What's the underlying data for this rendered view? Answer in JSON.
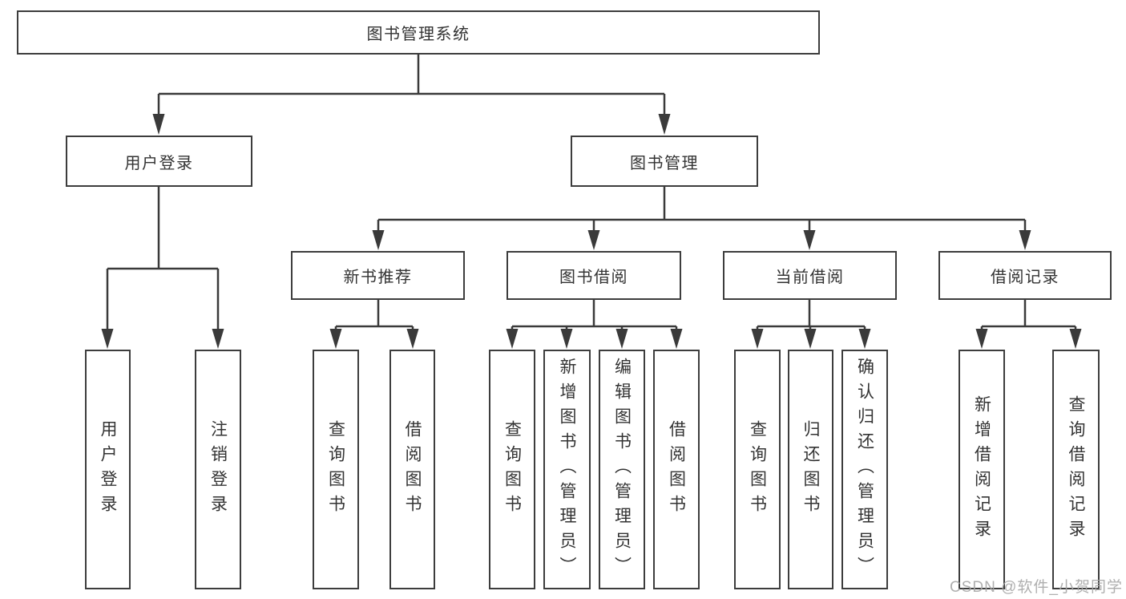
{
  "diagram_title": "图书管理系统",
  "tree": {
    "root": {
      "label": "图书管理系统",
      "children": [
        {
          "label": "用户登录",
          "children": [
            {
              "label": "用户登录"
            },
            {
              "label": "注销登录"
            }
          ]
        },
        {
          "label": "图书管理",
          "children": [
            {
              "label": "新书推荐",
              "children": [
                {
                  "label": "查询图书"
                },
                {
                  "label": "借阅图书"
                }
              ]
            },
            {
              "label": "图书借阅",
              "children": [
                {
                  "label": "查询图书"
                },
                {
                  "label": "新增图书（管理员）"
                },
                {
                  "label": "编辑图书（管理员）"
                },
                {
                  "label": "借阅图书"
                }
              ]
            },
            {
              "label": "当前借阅",
              "children": [
                {
                  "label": "查询图书"
                },
                {
                  "label": "归还图书"
                },
                {
                  "label": "确认归还（管理员）"
                }
              ]
            },
            {
              "label": "借阅记录",
              "children": [
                {
                  "label": "新增借阅记录"
                },
                {
                  "label": "查询借阅记录"
                }
              ]
            }
          ]
        }
      ]
    }
  },
  "colors": {
    "box_border": "#3d3d3d",
    "connector": "#3a3a3a",
    "text": "#333333",
    "watermark": "#a6a6a6",
    "background": "#ffffff"
  },
  "watermark": {
    "text": "CSDN @软件_小贺同学"
  }
}
